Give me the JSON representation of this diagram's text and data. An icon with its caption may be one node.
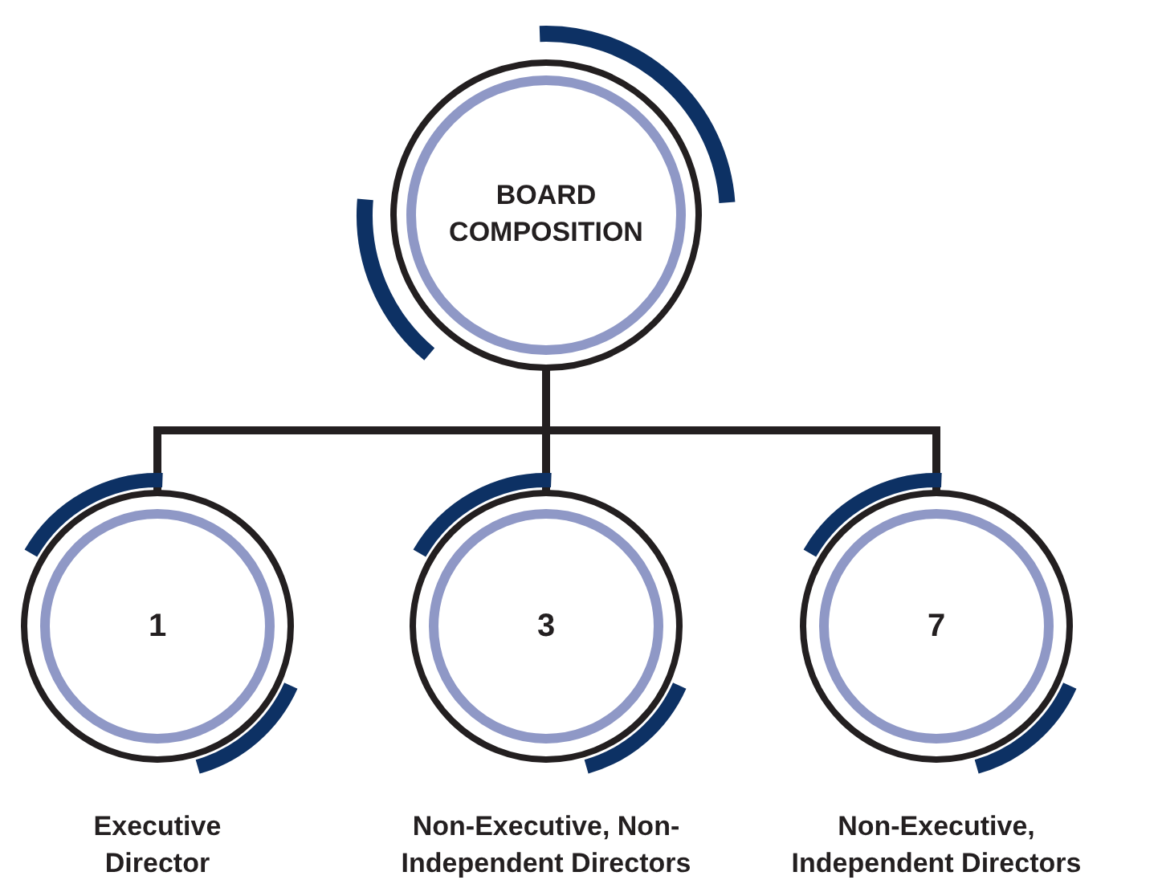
{
  "diagram": {
    "nodes": [
      {
        "text": [
          "BOARD COMPOSITION"
        ]
      },
      {
        "text": [
          "1"
        ],
        "beside": [
          "Executive Director"
        ]
      },
      {
        "text": [
          "3"
        ],
        "beside": [
          "Non-Executive, Non-Independent Directors"
        ]
      },
      {
        "text": [
          "7"
        ],
        "beside": [
          "Non-Executive, Independent Directors"
        ]
      }
    ],
    "edges": [
      {
        "from": 0,
        "to": 1,
        "arrow": "none"
      },
      {
        "from": 0,
        "to": 2,
        "arrow": "none"
      },
      {
        "from": 0,
        "to": 3,
        "arrow": "none"
      }
    ]
  }
}
